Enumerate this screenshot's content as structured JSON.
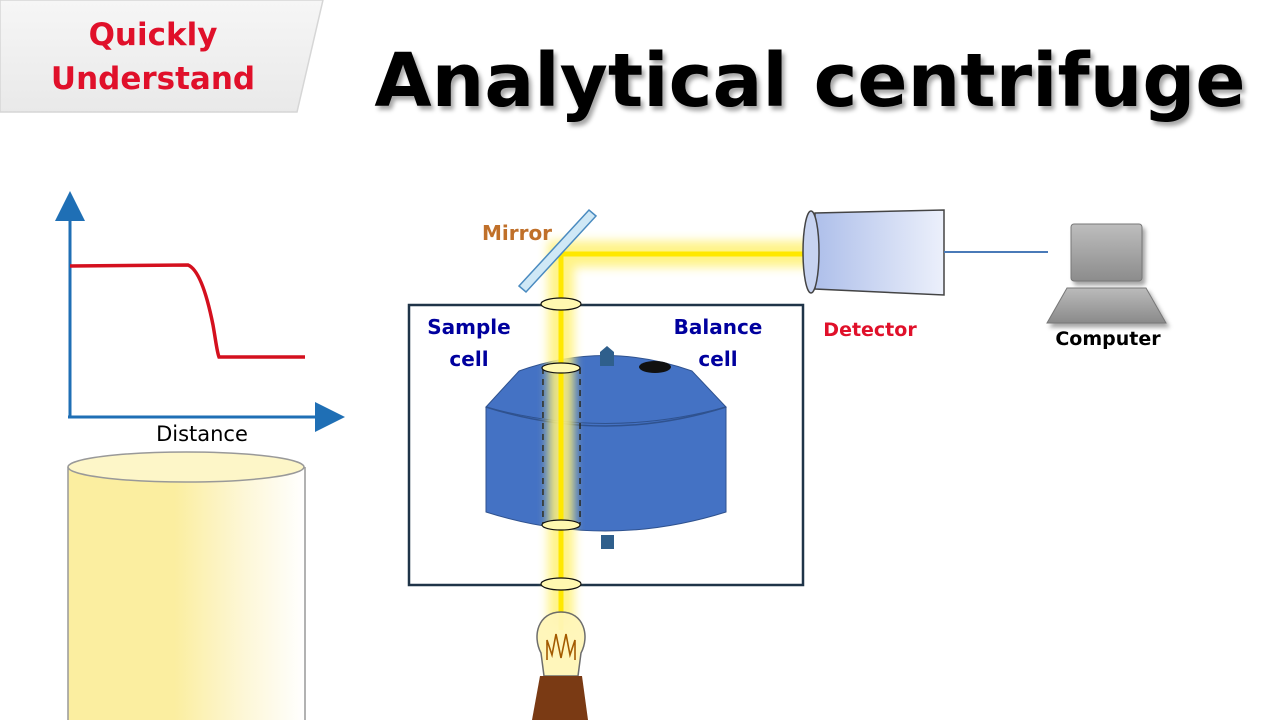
{
  "badge": {
    "line1": "Quickly",
    "line2": "Understand"
  },
  "title": "Analytical centrifuge",
  "graph": {
    "xlabel": "Distance"
  },
  "labels": {
    "mirror": "Mirror",
    "sample_cell_1": "Sample",
    "sample_cell_2": "cell",
    "balance_cell_1": "Balance",
    "balance_cell_2": "cell",
    "detector": "Detector",
    "computer": "Computer"
  },
  "colors": {
    "badge_text": "#e0102a",
    "title_text": "#000000",
    "curve": "#d4101e",
    "axis": "#1f6fb5",
    "rotor": "#4472c4",
    "beam": "#f2e200",
    "mirror_label": "#c0702a",
    "cell_labels": "#00009e",
    "detector_label": "#e0102a",
    "bulb_base": "#7a3a14"
  },
  "icons": [
    "mirror-icon",
    "detector-icon",
    "computer-icon",
    "light-bulb-icon",
    "rotor-icon",
    "tube-icon"
  ]
}
